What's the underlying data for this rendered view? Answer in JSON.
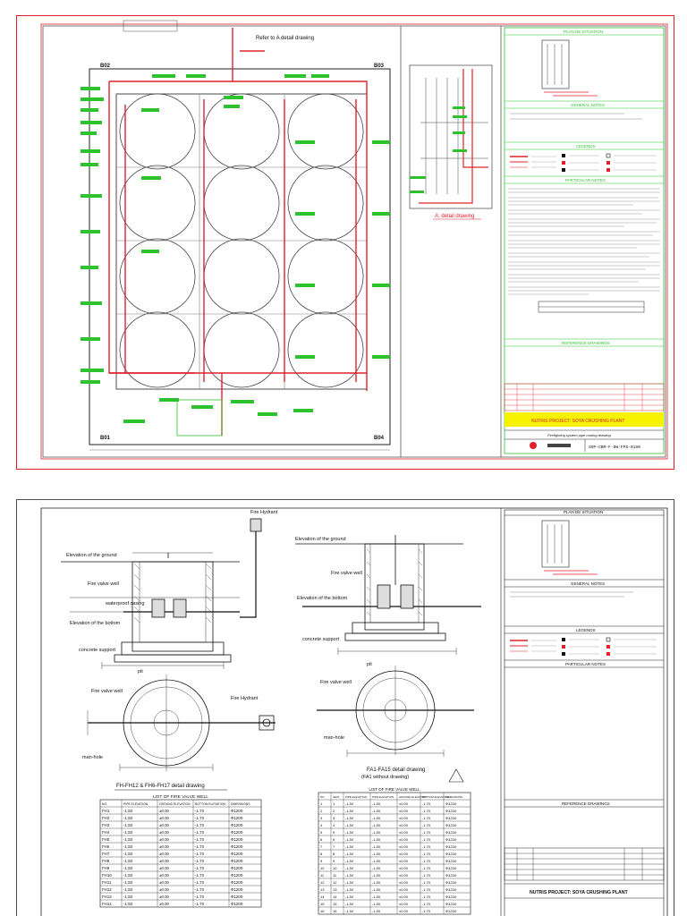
{
  "sheet1": {
    "detail_callout": "Refer to A detail drawing",
    "bays": [
      "B02",
      "B03",
      "B01",
      "B04"
    ],
    "detail_caption": "A: detail drawing",
    "panel": {
      "plan_situation": "PLAN DE SITUATION",
      "general_notes": "GENERAL NOTES",
      "legends": "LEGENDS",
      "particular_notes": "PARTICULAR NOTES",
      "reference_drawings": "REFERENCE DRAWINGS"
    },
    "project_title": "NUTRIS PROJECT: SOYA CRUSHING PLANT",
    "sheet_subtitle": "Firefighting system pipe routing drawing",
    "drawing_no": "SOP-CBM-F-DW-FPS-0180"
  },
  "sheet2": {
    "labels": {
      "elev_ground_left": "Elevation of the ground",
      "elev_ground_mid": "Elevation of the ground",
      "fire_hydrant_top": "Fire Hydrant",
      "valve_well_left": "Fire valve well",
      "waterproof_casing": "waterproof casing",
      "elev_bottom_left": "Elevation of the bottom",
      "concrete_support_left": "concrete support",
      "valve_well_mid": "Fire valve well",
      "elev_bottom_mid": "Elevation of the bottom",
      "concrete_support_mid": "concrete support",
      "pit_left": "pit",
      "valve_well_plan_left": "Fire valve well",
      "fire_hydrant_plan": "Fire Hydrant",
      "manhole_left": "man-hole",
      "pit_mid": "pit",
      "valve_well_plan_mid": "Fire valve well",
      "manhole_mid": "man-hole"
    },
    "captions": {
      "left_detail": "FH-FH12 & FH6-FH17 detail drawing",
      "mid_detail": "FA1-FA15 detail drawing",
      "mid_detail_sub": "(FA1 without drawing)"
    },
    "panel": {
      "plan_situation": "PLAN DE SITUATION",
      "general_notes": "GENERAL NOTES",
      "legends": "LEGENDS",
      "particular_notes": "PARTICULAR NOTES",
      "reference_drawings": "REFERENCE DRAWINGS"
    },
    "project_title": "NUTRIS PROJECT: SOYA CRUSHING PLANT",
    "left_table": {
      "title": "LIST OF FIRE VALVE WELL",
      "headers": [
        "NO.",
        "PIPE ELEVATION",
        "GROUND ELEVATION",
        "BOTTOM ELEVATION",
        "DIMENSIONS"
      ],
      "rows": [
        [
          "FH1",
          "-1.50",
          "±0.00",
          "-1.70",
          "Φ1200"
        ],
        [
          "FH2",
          "-1.50",
          "±0.00",
          "-1.70",
          "Φ1200"
        ],
        [
          "FH3",
          "-1.50",
          "±0.00",
          "-1.70",
          "Φ1200"
        ],
        [
          "FH4",
          "-1.50",
          "±0.00",
          "-1.70",
          "Φ1200"
        ],
        [
          "FH5",
          "-1.50",
          "±0.00",
          "-1.70",
          "Φ1200"
        ],
        [
          "FH6",
          "-1.50",
          "±0.00",
          "-1.70",
          "Φ1200"
        ],
        [
          "FH7",
          "-1.50",
          "±0.00",
          "-1.70",
          "Φ1200"
        ],
        [
          "FH8",
          "-1.50",
          "±0.00",
          "-1.70",
          "Φ1200"
        ],
        [
          "FH9",
          "-1.50",
          "±0.00",
          "-1.70",
          "Φ1200"
        ],
        [
          "FH10",
          "-1.50",
          "±0.00",
          "-1.70",
          "Φ1200"
        ],
        [
          "FH11",
          "-1.50",
          "±0.00",
          "-1.70",
          "Φ1200"
        ],
        [
          "FH12",
          "-1.50",
          "±0.00",
          "-1.70",
          "Φ1200"
        ],
        [
          "FH13",
          "-1.50",
          "±0.00",
          "-1.70",
          "Φ1200"
        ],
        [
          "FH14",
          "-1.50",
          "±0.00",
          "-1.70",
          "Φ1200"
        ]
      ]
    },
    "mid_table": {
      "title": "LIST OF FIRE VALVE WELL",
      "headers": [
        "NO.",
        "SEAT",
        "PIPE ELEVATION",
        "PIPE ELEVATION",
        "GROUND ELEVATION",
        "BOTTOM ELEVATION",
        "DIMENSIONS"
      ],
      "rows": [
        [
          "1",
          "1",
          "-1.50",
          "-1.50",
          "±0.00",
          "-1.70",
          "Φ1200"
        ],
        [
          "2",
          "2",
          "-1.50",
          "-1.50",
          "±0.00",
          "-1.70",
          "Φ1200"
        ],
        [
          "3",
          "3",
          "-1.50",
          "-1.50",
          "±0.00",
          "-1.70",
          "Φ1200"
        ],
        [
          "4",
          "4",
          "-1.50",
          "-1.50",
          "±0.00",
          "-1.70",
          "Φ1200"
        ],
        [
          "5",
          "5",
          "-1.50",
          "-1.50",
          "±0.00",
          "-1.70",
          "Φ1200"
        ],
        [
          "6",
          "6",
          "-1.50",
          "-1.50",
          "±0.00",
          "-1.70",
          "Φ1200"
        ],
        [
          "7",
          "7",
          "-1.50",
          "-1.50",
          "±0.00",
          "-1.70",
          "Φ1200"
        ],
        [
          "8",
          "8",
          "-1.50",
          "-1.50",
          "±0.00",
          "-1.70",
          "Φ1200"
        ],
        [
          "9",
          "9",
          "-1.50",
          "-1.50",
          "±0.00",
          "-1.70",
          "Φ1200"
        ],
        [
          "10",
          "10",
          "-1.50",
          "-1.50",
          "±0.00",
          "-1.70",
          "Φ1200"
        ],
        [
          "11",
          "11",
          "-1.50",
          "-1.50",
          "±0.00",
          "-1.70",
          "Φ1200"
        ],
        [
          "12",
          "12",
          "-1.50",
          "-1.50",
          "±0.00",
          "-1.70",
          "Φ1200"
        ],
        [
          "13",
          "13",
          "-1.50",
          "-1.50",
          "±0.00",
          "-1.70",
          "Φ1200"
        ],
        [
          "14",
          "14",
          "-1.50",
          "-1.50",
          "±0.00",
          "-1.70",
          "Φ1200"
        ],
        [
          "15",
          "15",
          "-1.50",
          "-1.50",
          "±0.00",
          "-1.70",
          "Φ1200"
        ],
        [
          "16",
          "16",
          "-1.50",
          "-1.50",
          "±0.00",
          "-1.70",
          "Φ1200"
        ]
      ]
    }
  },
  "colors": {
    "red": "#e0202a",
    "green": "#2fc22f",
    "black": "#111111",
    "yellow": "#f6f200",
    "paper": "#ffffff"
  }
}
